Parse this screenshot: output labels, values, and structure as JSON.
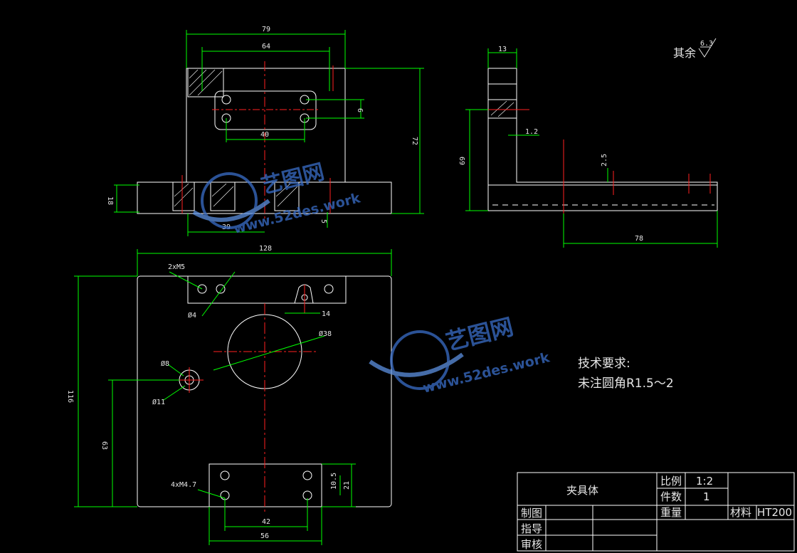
{
  "drawing": {
    "roughness_symbol": {
      "prefix": "其余",
      "value": "6.3"
    },
    "tech_requirements": {
      "title": "技术要求:",
      "line1": "未注圆角R1.5～2"
    },
    "front_view": {
      "dims": [
        "79",
        "64",
        "9",
        "40",
        "72",
        "18",
        "39",
        "5"
      ]
    },
    "side_view": {
      "dims": [
        "13",
        "1.2",
        "69",
        "2.5",
        "78"
      ]
    },
    "top_view": {
      "dims": [
        "128",
        "2xM5",
        "Ø4",
        "14",
        "Ø38",
        "Ø8",
        "Ø11",
        "116",
        "63",
        "4xM4.7",
        "10.5",
        "21",
        "42",
        "56"
      ]
    },
    "watermark": {
      "brand": "艺图网",
      "url": "www.52des.work"
    },
    "title_block": {
      "part_name": "夹具体",
      "scale_label": "比例",
      "scale_value": "1:2",
      "count_label": "件数",
      "count_value": "1",
      "weight_label": "重量",
      "material_label": "材料",
      "material_value": "HT200",
      "drawn_label": "制图",
      "guide_label": "指导",
      "review_label": "审核"
    }
  },
  "colors": {
    "outline": "#ffffff",
    "dimension": "#00ff00",
    "center": "#ff0000",
    "text": "#e6e6e6",
    "watermark": "#3a6ec8"
  }
}
